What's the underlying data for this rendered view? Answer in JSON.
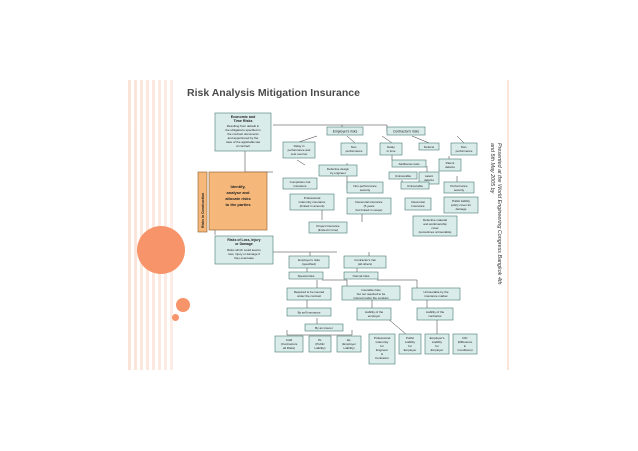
{
  "slide": {
    "title": "Risk Analysis Mitigation Insurance",
    "caption_line1": "Presented at the World Engineering Congress Bangkok 4th",
    "caption_line2": "and 5th May 2005 by"
  },
  "colors": {
    "box": "#d9ecea",
    "box_orange": "#f5b87a",
    "accent": "#f7946a",
    "stripe": "#fbe3d8"
  },
  "diagram": {
    "side_label": "Risks in Construction",
    "economic": [
      "Economic and",
      "Time Risks",
      "Resulting from default in",
      "the obligations specified in",
      "the contract documents",
      "and apportioned by the",
      "case of the applicable law",
      "of contract"
    ],
    "employers_risks": "Employer's risks",
    "contractors_risks": "Contractor's risks",
    "delay_performance": [
      "Delay in",
      "performance and",
      "cost overrun"
    ],
    "non_performance_a": [
      "Non-",
      "performance"
    ],
    "delay_time": [
      "Delay",
      "in time"
    ],
    "defects": "Defects",
    "non_performance_b": [
      "Non-",
      "performance"
    ],
    "defective_design": [
      "Defective design",
      "by engineer"
    ],
    "additional_costs": "Additional costs",
    "patent_defects": [
      "Patent",
      "defects"
    ],
    "completion_risk": [
      "Completion risk",
      "insurance"
    ],
    "uninsurable_a": "Uninsurable",
    "latent_defects": [
      "Latent",
      "defects"
    ],
    "professional_indemnity": [
      "Professional",
      "indemnity insurance",
      "(limited in amount)"
    ],
    "non_performance_security": [
      "Non-performance",
      "security"
    ],
    "uninsurable_b": "Uninsurable",
    "performance_security": [
      "Performance",
      "security"
    ],
    "decennial_insurance_a": [
      "Decennial insurance",
      "(5 years",
      "but limited in scope)"
    ],
    "decennial_insurance_b": [
      "Decennial",
      "Insurance"
    ],
    "public_liability_cover": [
      "Public liability",
      "policy cover for",
      "damage"
    ],
    "project_insurance": [
      "Project insurance",
      "(limited in time)"
    ],
    "defective_material": [
      "Defective material",
      "and workmanship",
      "cover",
      "(sometimes uninsurable)"
    ],
    "identify": [
      "Identify,",
      "analyse and",
      "allocate risks",
      "to the parties"
    ],
    "risks_loss": [
      "Risks of Loss, Injury",
      "or Damage",
      "Risks which could lead to",
      "loss, injury or damage if",
      "they eventuate"
    ],
    "employers_risks_specified": [
      "Employer's risks",
      "(specified)"
    ],
    "contractors_risk_all_others": [
      "Contractor's risk",
      "(all others)"
    ],
    "special_risks": "Special risks",
    "normal_risks": "Normal risks",
    "required_insured": [
      "Required to be insured",
      "under the contract"
    ],
    "insurable_risks": [
      "Insurable risks",
      "but not required to be",
      "insured under the contract"
    ],
    "uninsurable_insurance_market": [
      "Uninsurable by the",
      "insurance market"
    ],
    "by_self_insurance": "By self insurance",
    "liability_employer": [
      "Liability of the",
      "employer"
    ],
    "liability_contractor": [
      "Liability of the",
      "contractor"
    ],
    "by_an_insurer": "By an insurer",
    "car": [
      "CAR",
      "(Contractors",
      "all Risks)"
    ],
    "pl": [
      "PL",
      "(Public",
      "Liability)"
    ],
    "el": [
      "EL",
      "(Employer",
      "Liability)"
    ],
    "prof_indemnity_bottom": [
      "Professional",
      "indemnity",
      "for",
      "Engineer",
      "&",
      "Contractor"
    ],
    "public_liability_employer": [
      "Public",
      "Liability",
      "for",
      "Employer"
    ],
    "employers_liability": [
      "Employer's",
      "Liability",
      "for",
      "Employer"
    ],
    "dic": [
      "DIC",
      "(Difference",
      "in",
      "Conditions)"
    ]
  }
}
